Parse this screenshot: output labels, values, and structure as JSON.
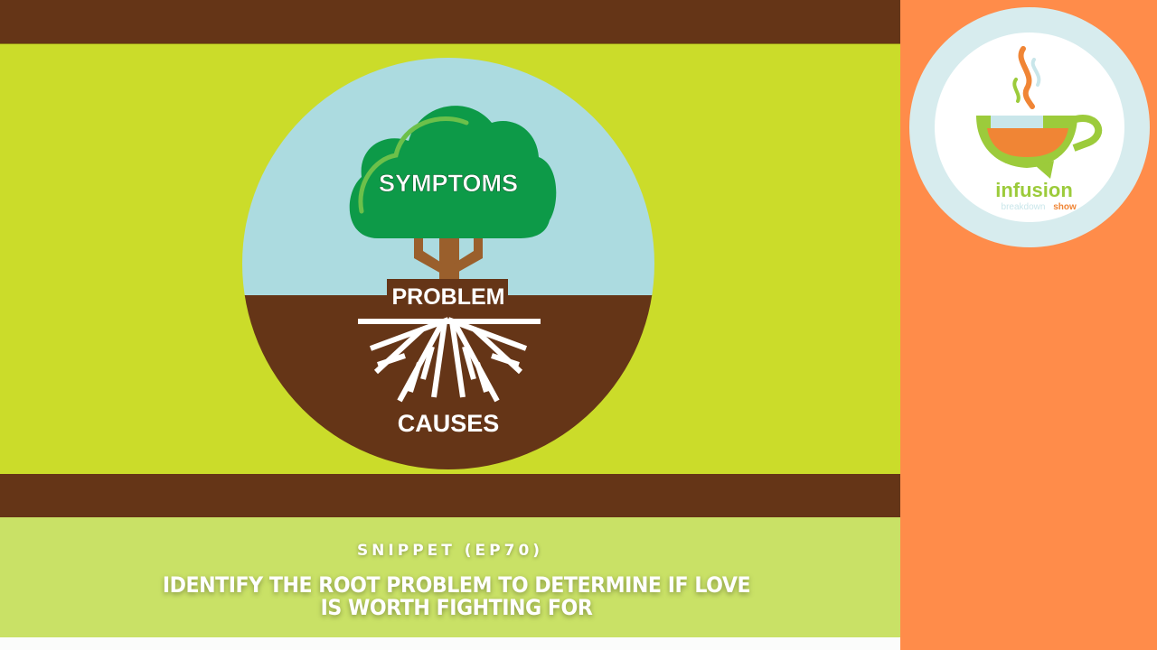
{
  "illustration": {
    "top_label": "SYMPTOMS",
    "middle_label": "PROBLEM",
    "bottom_label": "CAUSES",
    "colors": {
      "sky": "#acdbe0",
      "soil": "#653517",
      "foliage": "#0d9a48",
      "foliage_highlight": "#6cc04a",
      "trunk": "#9a5f2c",
      "roots": "#ffffff"
    }
  },
  "caption": {
    "subtitle": "SNIPPET (EP70)",
    "title_line1": "IDENTIFY THE ROOT PROBLEM TO DETERMINE IF LOVE",
    "title_line2": "IS WORTH FIGHTING FOR"
  },
  "logo": {
    "word": "infusion",
    "sub1": "breakdown",
    "sub2": "show",
    "colors": {
      "green": "#9ccb3b",
      "orange": "#f08535",
      "light_blue": "#c9e6ea"
    }
  },
  "theme": {
    "brown": "#653517",
    "lime": "#cbdc2a",
    "caption_bg": "#c9e166",
    "orange_panel": "#ff8c4a"
  }
}
